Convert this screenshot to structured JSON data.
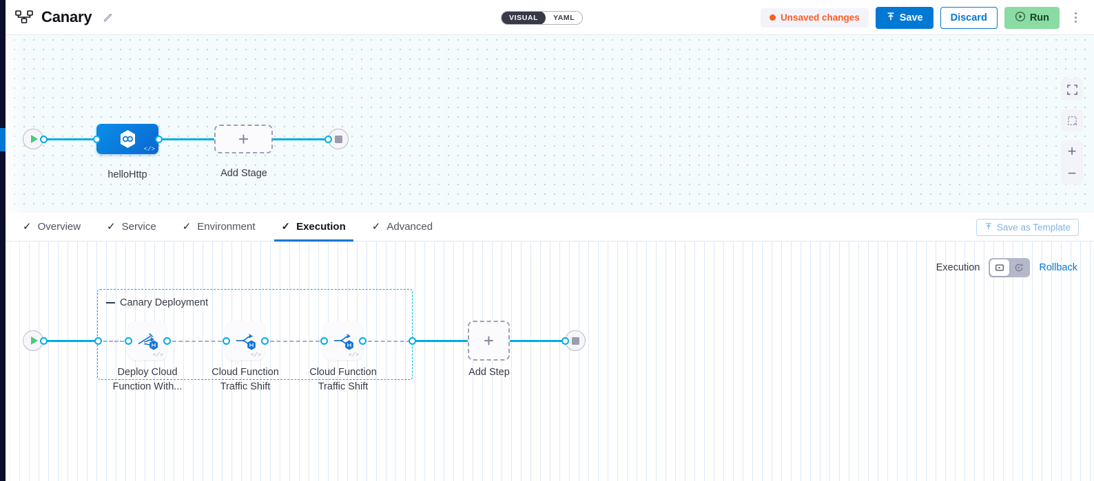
{
  "header": {
    "pipeline_icon": "pipeline-nodes-icon",
    "title": "Canary",
    "edit_icon": "pencil-edit-icon",
    "view_modes": [
      {
        "label": "VISUAL",
        "active": true
      },
      {
        "label": "YAML",
        "active": false
      }
    ],
    "status": {
      "label": "Unsaved changes",
      "dot_color": "#ff5c1f"
    },
    "buttons": {
      "save": {
        "label": "Save",
        "icon": "upload-arrow-icon",
        "color": "#0278d5"
      },
      "discard": {
        "label": "Discard",
        "color": "#0278d5"
      },
      "run": {
        "label": "Run",
        "icon": "play-circle-icon",
        "color": "#8bdba5"
      }
    },
    "more_menu_icon": "kebab-menu-icon"
  },
  "top_canvas": {
    "background": "#f4fbfd",
    "start_node": {
      "name": "start-node",
      "icon": "play-triangle-icon"
    },
    "end_node": {
      "name": "end-node",
      "icon": "stop-square-icon"
    },
    "stage": {
      "label": "helloHttp",
      "icon": "harness-hexagon-icon",
      "code_tag": "</>"
    },
    "add_stage": {
      "label": "Add Stage",
      "icon": "plus-icon"
    },
    "controls": [
      {
        "name": "fit-screen-button",
        "icon": "expand-corners-icon"
      },
      {
        "name": "zoom-to-selection-button",
        "icon": "dashed-square-icon"
      },
      {
        "name": "zoom-in-button",
        "icon": "plus-icon",
        "glyph": "+"
      },
      {
        "name": "zoom-out-button",
        "icon": "minus-icon",
        "glyph": "−"
      }
    ]
  },
  "tabs": [
    {
      "label": "Overview",
      "checked": true,
      "active": false
    },
    {
      "label": "Service",
      "checked": true,
      "active": false
    },
    {
      "label": "Environment",
      "checked": true,
      "active": false
    },
    {
      "label": "Execution",
      "checked": true,
      "active": true
    },
    {
      "label": "Advanced",
      "checked": true,
      "active": false
    }
  ],
  "save_as_template": {
    "label": "Save as Template",
    "icon": "template-upload-icon"
  },
  "execution_bar": {
    "label": "Execution",
    "toggle": [
      {
        "name": "execution-mode-button",
        "icon": "steps-play-icon",
        "active": true
      },
      {
        "name": "rollback-mode-button",
        "icon": "rotate-play-icon",
        "active": false
      }
    ],
    "rollback_link": "Rollback"
  },
  "bottom_canvas": {
    "start_node": {
      "name": "start-node",
      "icon": "play-triangle-icon"
    },
    "end_node": {
      "name": "end-node",
      "icon": "stop-square-icon"
    },
    "group": {
      "title": "Canary Deployment",
      "collapse_icon": "collapse-dash-icon",
      "border_color": "#00ade4"
    },
    "steps": [
      {
        "label_line1": "Deploy Cloud",
        "label_line2": "Function With...",
        "icon": "deploy-cloud-function-icon",
        "badge": "harness-hex-badge",
        "code_tag": "</>"
      },
      {
        "label_line1": "Cloud Function",
        "label_line2": "Traffic Shift",
        "icon": "traffic-shift-icon",
        "badge": "harness-hex-badge",
        "code_tag": "</>"
      },
      {
        "label_line1": "Cloud Function",
        "label_line2": "Traffic Shift",
        "icon": "traffic-shift-icon",
        "badge": "harness-hex-badge",
        "code_tag": "</>"
      }
    ],
    "add_step": {
      "label": "Add Step",
      "icon": "plus-icon"
    }
  }
}
